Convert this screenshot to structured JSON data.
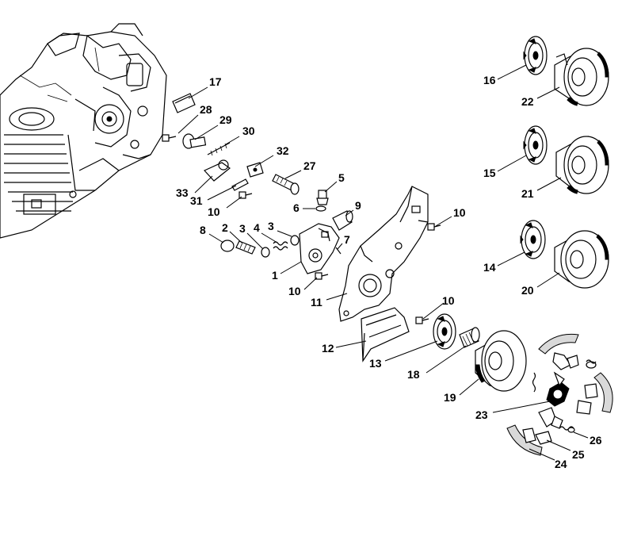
{
  "parts": [
    {
      "id": "p1",
      "number": "1"
    },
    {
      "id": "p2",
      "number": "2"
    },
    {
      "id": "p3a",
      "number": "3"
    },
    {
      "id": "p3b",
      "number": "3"
    },
    {
      "id": "p4",
      "number": "4"
    },
    {
      "id": "p5",
      "number": "5"
    },
    {
      "id": "p6",
      "number": "6"
    },
    {
      "id": "p7",
      "number": "7"
    },
    {
      "id": "p8",
      "number": "8"
    },
    {
      "id": "p9",
      "number": "9"
    },
    {
      "id": "p10a",
      "number": "10"
    },
    {
      "id": "p10b",
      "number": "10"
    },
    {
      "id": "p10c",
      "number": "10"
    },
    {
      "id": "p10d",
      "number": "10"
    },
    {
      "id": "p11",
      "number": "11"
    },
    {
      "id": "p12",
      "number": "12"
    },
    {
      "id": "p13",
      "number": "13"
    },
    {
      "id": "p14",
      "number": "14"
    },
    {
      "id": "p15",
      "number": "15"
    },
    {
      "id": "p16",
      "number": "16"
    },
    {
      "id": "p17",
      "number": "17"
    },
    {
      "id": "p18",
      "number": "18"
    },
    {
      "id": "p19",
      "number": "19"
    },
    {
      "id": "p20",
      "number": "20"
    },
    {
      "id": "p21",
      "number": "21"
    },
    {
      "id": "p22",
      "number": "22"
    },
    {
      "id": "p23",
      "number": "23"
    },
    {
      "id": "p24",
      "number": "24"
    },
    {
      "id": "p25",
      "number": "25"
    },
    {
      "id": "p26",
      "number": "26"
    },
    {
      "id": "p27",
      "number": "27"
    },
    {
      "id": "p28",
      "number": "28"
    },
    {
      "id": "p29",
      "number": "29"
    },
    {
      "id": "p30",
      "number": "30"
    },
    {
      "id": "p31",
      "number": "31"
    },
    {
      "id": "p32",
      "number": "32"
    },
    {
      "id": "p33",
      "number": "33"
    }
  ]
}
